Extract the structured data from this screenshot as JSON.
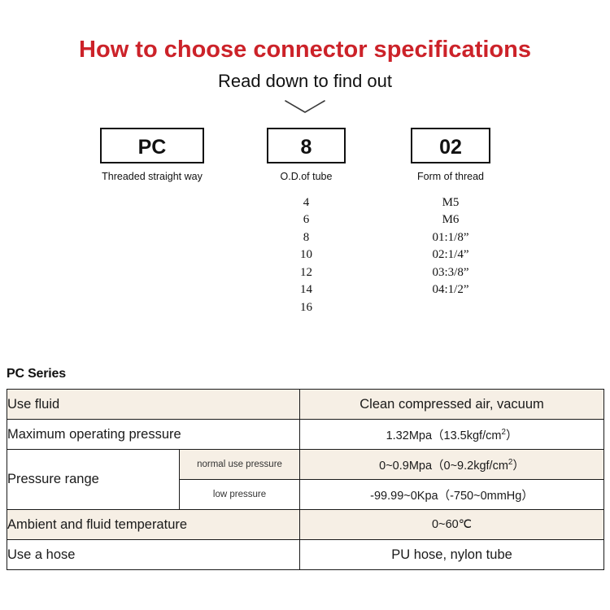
{
  "header": {
    "title": "How to choose connector specifications",
    "subtitle": "Read down to find out",
    "chevron_icon": "chevron-down-icon"
  },
  "code_breakdown": [
    {
      "code": "PC",
      "caption": "Threaded straight way",
      "options": []
    },
    {
      "code": "8",
      "caption": "O.D.of tube",
      "options": [
        "4",
        "6",
        "8",
        "10",
        "12",
        "14",
        "16"
      ]
    },
    {
      "code": "02",
      "caption": "Form of thread",
      "options": [
        "M5",
        "M6",
        "01:1/8”",
        "02:1/4”",
        "03:3/8”",
        "04:1/2”"
      ]
    }
  ],
  "spec": {
    "heading": "PC Series",
    "rows": [
      {
        "label": "Use fluid",
        "value": "Clean compressed air, vacuum",
        "shaded": true
      },
      {
        "label": "Maximum operating pressure",
        "value_prefix": "1.32Mpa（13.5kgf/cm",
        "value_sup": "2",
        "value_suffix": "）",
        "shaded": false
      },
      {
        "label": "Pressure range",
        "sub_rows": [
          {
            "sub_label": "normal use pressure",
            "value_prefix": "0~0.9Mpa（0~9.2kgf/cm",
            "value_sup": "2",
            "value_suffix": "）",
            "shaded": true
          },
          {
            "sub_label": "low pressure",
            "value_prefix": "-99.99~0Kpa（-750~0mmHg）",
            "value_sup": "",
            "value_suffix": "",
            "shaded": false
          }
        ]
      },
      {
        "label": "Ambient and fluid temperature",
        "value": "0~60℃",
        "shaded": true
      },
      {
        "label": "Use a hose",
        "value": "PU hose, nylon tube",
        "shaded": false
      }
    ]
  },
  "colors": {
    "title_red": "#cc2229",
    "table_shaded": "#f6efe5",
    "border": "#1a1a1a",
    "text": "#1a1a1a"
  }
}
